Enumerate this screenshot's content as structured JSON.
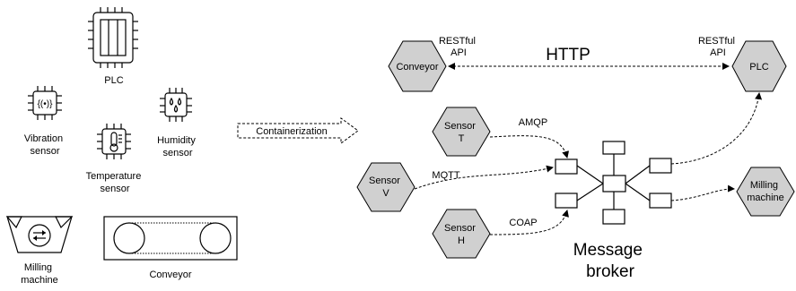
{
  "devices": {
    "plc": "PLC",
    "vibration_sensor": [
      "Vibration",
      "sensor"
    ],
    "humidity_sensor": [
      "Humidity",
      "sensor"
    ],
    "temperature_sensor": [
      "Temperature",
      "sensor"
    ],
    "milling_machine": [
      "Milling",
      "machine"
    ],
    "conveyor": "Conveyor"
  },
  "containerization_label": "Containerization",
  "services": {
    "conveyor": "Conveyor",
    "plc": "PLC",
    "sensor_t": [
      "Sensor",
      "T"
    ],
    "sensor_v": [
      "Sensor",
      "V"
    ],
    "sensor_h": [
      "Sensor",
      "H"
    ],
    "milling_machine": [
      "Milling",
      "machine"
    ]
  },
  "api_labels": {
    "left": [
      "RESTful",
      "API"
    ],
    "right": [
      "RESTful",
      "API"
    ]
  },
  "protocols": {
    "http": "HTTP",
    "amqp": "AMQP",
    "mqtt": "MQTT",
    "coap": "COAP"
  },
  "broker_label": [
    "Message",
    "broker"
  ]
}
